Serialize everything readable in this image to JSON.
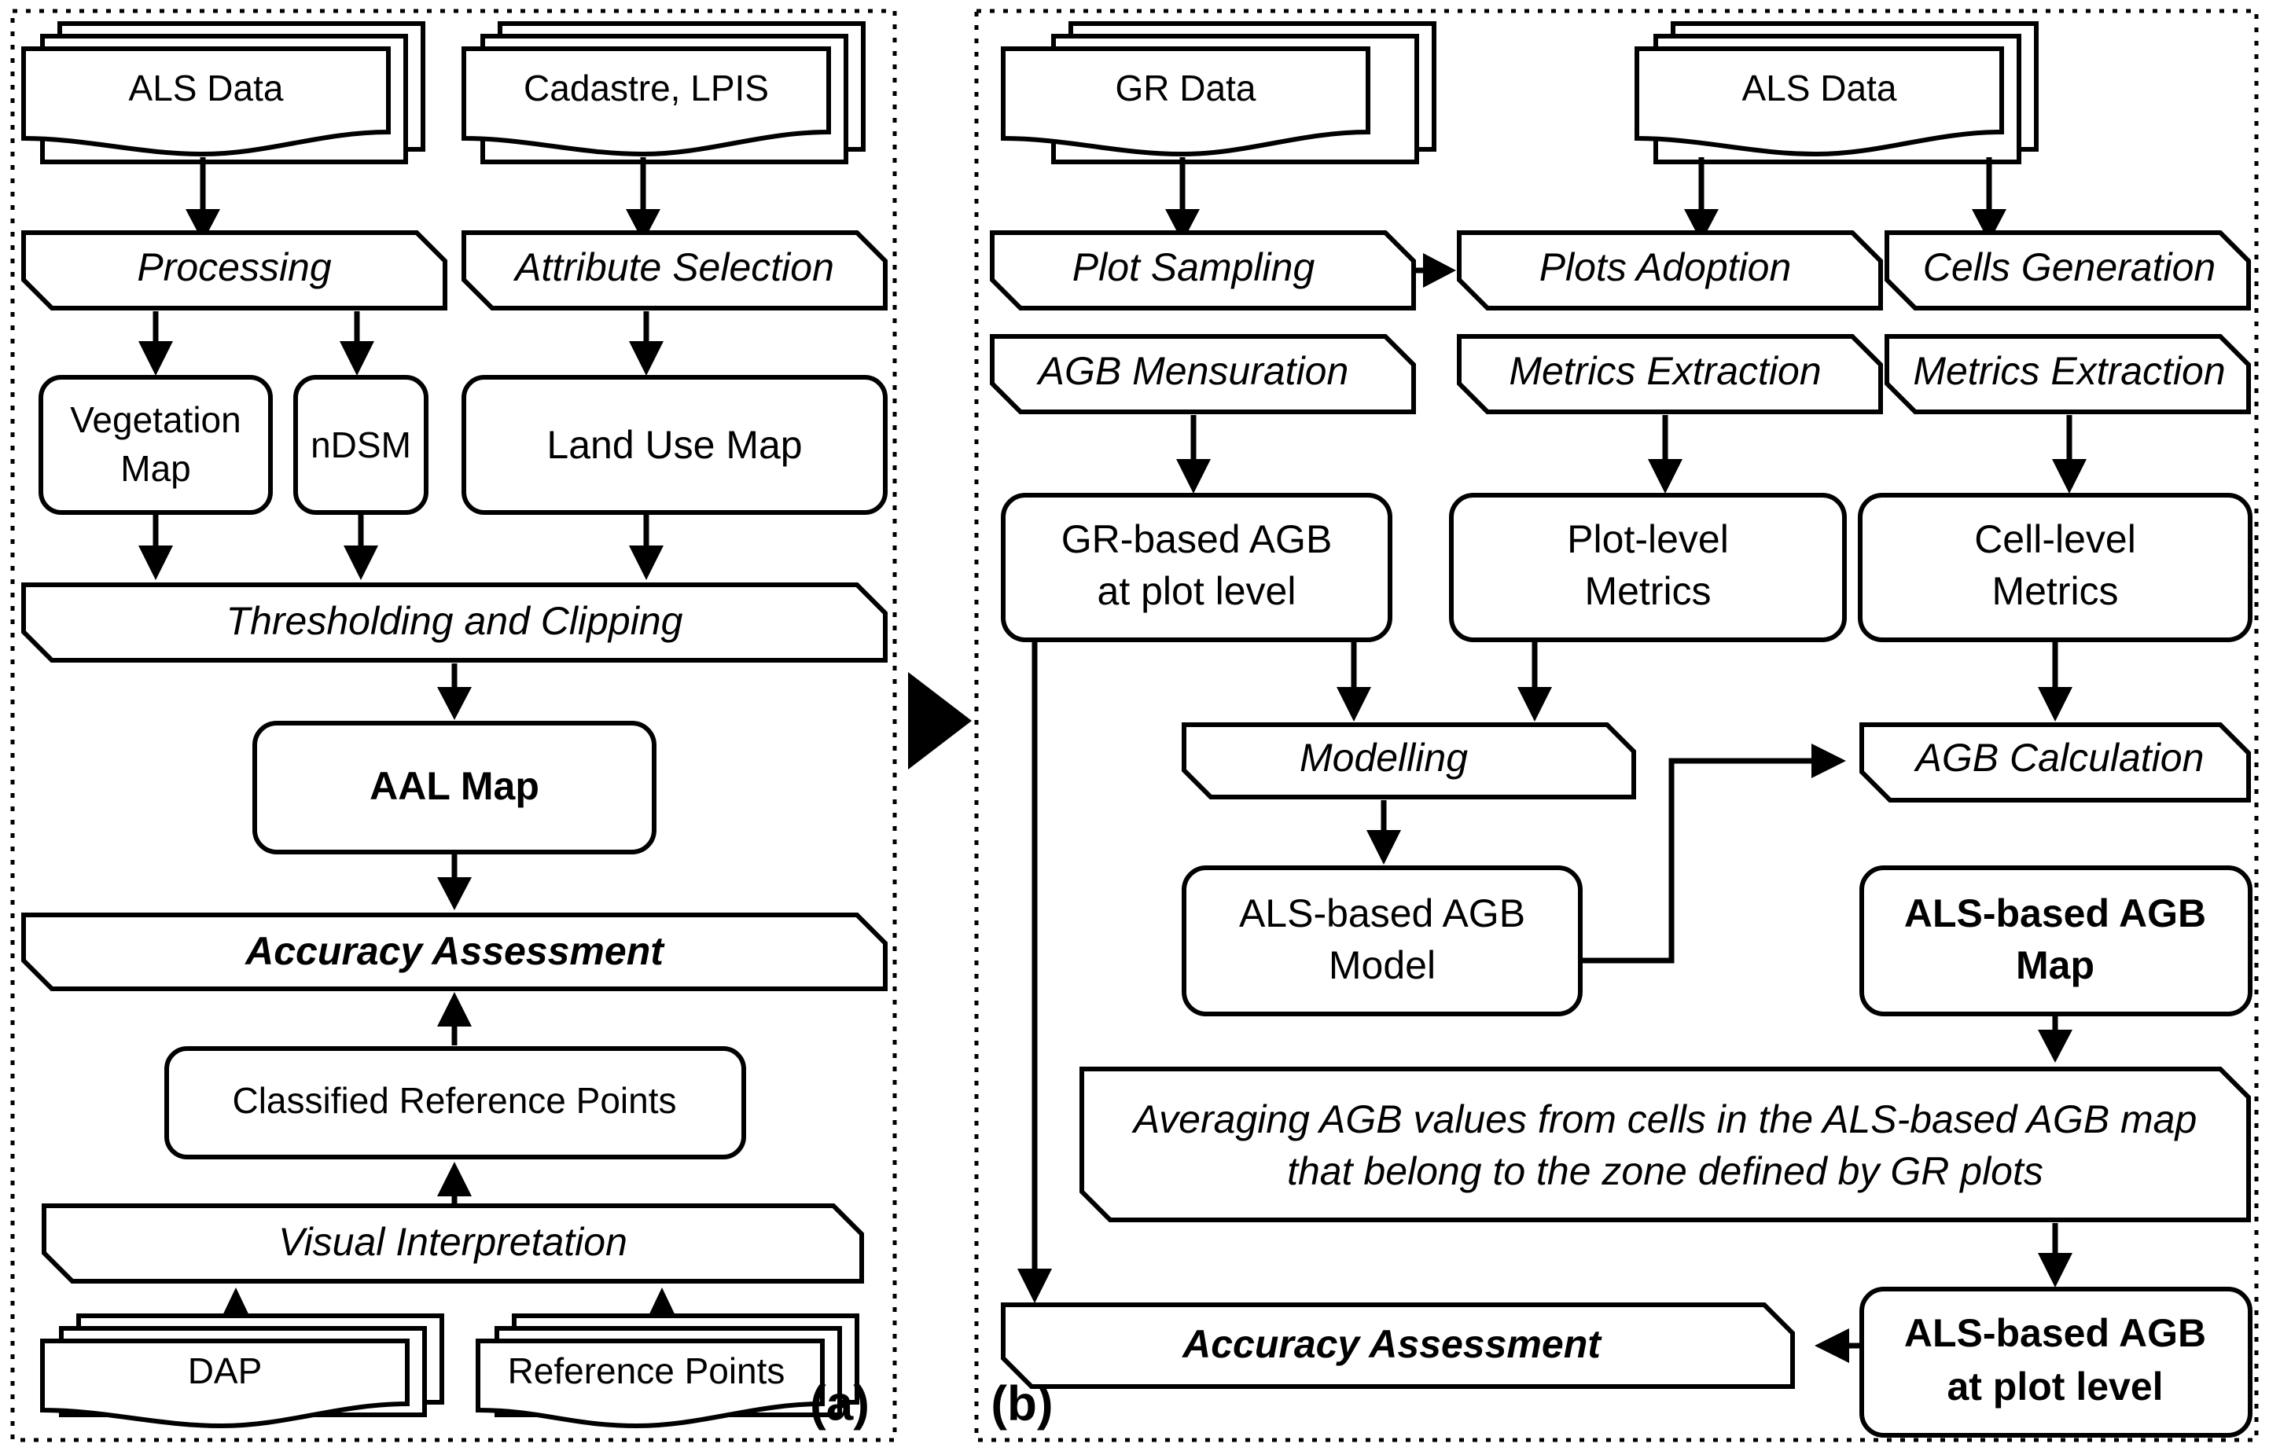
{
  "figure": {
    "type": "flowchart",
    "panels": [
      {
        "id": "a",
        "label": "(a)",
        "title": "Above-ground Agricultural Land (AAL) mapping workflow",
        "nodes": [
          {
            "id": "a_als",
            "text": "ALS Data",
            "shape": "document-stack",
            "style": "regular"
          },
          {
            "id": "a_cad",
            "text": "Cadastre, LPIS",
            "shape": "document-stack",
            "style": "regular"
          },
          {
            "id": "a_proc",
            "text": "Processing",
            "shape": "process",
            "style": "italic"
          },
          {
            "id": "a_attr",
            "text": "Attribute Selection",
            "shape": "process",
            "style": "italic"
          },
          {
            "id": "a_veg_l1",
            "text": "Vegetation",
            "shape": "rounded",
            "style": "regular"
          },
          {
            "id": "a_veg_l2",
            "text": "Map",
            "shape": "rounded",
            "style": "regular"
          },
          {
            "id": "a_ndsm",
            "text": "nDSM",
            "shape": "rounded",
            "style": "regular"
          },
          {
            "id": "a_lum",
            "text": "Land Use Map",
            "shape": "rounded",
            "style": "regular"
          },
          {
            "id": "a_thr",
            "text": "Thresholding and Clipping",
            "shape": "process",
            "style": "italic"
          },
          {
            "id": "a_aal",
            "text": "AAL Map",
            "shape": "rounded",
            "style": "bold"
          },
          {
            "id": "a_acc",
            "text": "Accuracy Assessment",
            "shape": "process",
            "style": "bold-italic"
          },
          {
            "id": "a_crp",
            "text": "Classified Reference Points",
            "shape": "rounded",
            "style": "regular"
          },
          {
            "id": "a_vi",
            "text": "Visual Interpretation",
            "shape": "process",
            "style": "italic"
          },
          {
            "id": "a_dap",
            "text": "DAP",
            "shape": "document-stack",
            "style": "regular"
          },
          {
            "id": "a_rp",
            "text": "Reference Points",
            "shape": "document-stack",
            "style": "regular"
          }
        ],
        "edges": [
          {
            "from": "a_als",
            "to": "a_proc"
          },
          {
            "from": "a_cad",
            "to": "a_attr"
          },
          {
            "from": "a_proc",
            "to": "a_veg_l1"
          },
          {
            "from": "a_proc",
            "to": "a_ndsm"
          },
          {
            "from": "a_attr",
            "to": "a_lum"
          },
          {
            "from": "a_veg_l1",
            "to": "a_thr"
          },
          {
            "from": "a_ndsm",
            "to": "a_thr"
          },
          {
            "from": "a_lum",
            "to": "a_thr"
          },
          {
            "from": "a_thr",
            "to": "a_aal"
          },
          {
            "from": "a_aal",
            "to": "a_acc"
          },
          {
            "from": "a_crp",
            "to": "a_acc"
          },
          {
            "from": "a_vi",
            "to": "a_crp"
          },
          {
            "from": "a_dap",
            "to": "a_vi"
          },
          {
            "from": "a_rp",
            "to": "a_vi"
          }
        ]
      },
      {
        "id": "b",
        "label": "(b)",
        "title": "ALS-based above-ground biomass (AGB) estimation workflow",
        "nodes": [
          {
            "id": "b_gr",
            "text": "GR Data",
            "shape": "document-stack",
            "style": "regular"
          },
          {
            "id": "b_als",
            "text": "ALS Data",
            "shape": "document-stack",
            "style": "regular"
          },
          {
            "id": "b_ps",
            "text": "Plot Sampling",
            "shape": "process",
            "style": "italic"
          },
          {
            "id": "b_pa",
            "text": "Plots Adoption",
            "shape": "process",
            "style": "italic"
          },
          {
            "id": "b_cg",
            "text": "Cells Generation",
            "shape": "process",
            "style": "italic"
          },
          {
            "id": "b_agbm",
            "text": "AGB Mensuration",
            "shape": "process",
            "style": "italic"
          },
          {
            "id": "b_me1",
            "text": "Metrics Extraction",
            "shape": "process",
            "style": "italic"
          },
          {
            "id": "b_me2",
            "text": "Metrics Extraction",
            "shape": "process",
            "style": "italic"
          },
          {
            "id": "b_grabg_1",
            "text": "GR-based AGB",
            "shape": "rounded",
            "style": "regular"
          },
          {
            "id": "b_grabg_2",
            "text": "at plot level",
            "shape": "rounded",
            "style": "regular"
          },
          {
            "id": "b_plm_1",
            "text": "Plot-level",
            "shape": "rounded",
            "style": "regular"
          },
          {
            "id": "b_plm_2",
            "text": "Metrics",
            "shape": "rounded",
            "style": "regular"
          },
          {
            "id": "b_clm_1",
            "text": "Cell-level",
            "shape": "rounded",
            "style": "regular"
          },
          {
            "id": "b_clm_2",
            "text": "Metrics",
            "shape": "rounded",
            "style": "regular"
          },
          {
            "id": "b_mod",
            "text": "Modelling",
            "shape": "process",
            "style": "italic"
          },
          {
            "id": "b_agbc",
            "text": "AGB Calculation",
            "shape": "process",
            "style": "italic"
          },
          {
            "id": "b_model_1",
            "text": "ALS-based AGB",
            "shape": "rounded",
            "style": "regular"
          },
          {
            "id": "b_model_2",
            "text": "Model",
            "shape": "rounded",
            "style": "regular"
          },
          {
            "id": "b_map_1",
            "text": "ALS-based AGB",
            "shape": "rounded",
            "style": "bold"
          },
          {
            "id": "b_map_2",
            "text": "Map",
            "shape": "rounded",
            "style": "bold"
          },
          {
            "id": "b_avg_1",
            "text": "Averaging AGB values from cells in the ALS-based AGB map",
            "shape": "process",
            "style": "italic"
          },
          {
            "id": "b_avg_2",
            "text": "that belong to the zone defined by GR plots",
            "shape": "process",
            "style": "italic"
          },
          {
            "id": "b_acc",
            "text": "Accuracy Assessment",
            "shape": "process",
            "style": "bold-italic"
          },
          {
            "id": "b_plot_1",
            "text": "ALS-based AGB",
            "shape": "rounded",
            "style": "bold"
          },
          {
            "id": "b_plot_2",
            "text": "at plot level",
            "shape": "rounded",
            "style": "bold"
          }
        ],
        "edges": [
          {
            "from": "b_gr",
            "to": "b_ps"
          },
          {
            "from": "b_ps",
            "to": "b_pa"
          },
          {
            "from": "b_als",
            "to": "b_pa"
          },
          {
            "from": "b_als",
            "to": "b_cg"
          },
          {
            "from": "b_agbm",
            "to": "b_grabg_1"
          },
          {
            "from": "b_me1",
            "to": "b_plm_1"
          },
          {
            "from": "b_me2",
            "to": "b_clm_1"
          },
          {
            "from": "b_grabg_1",
            "to": "b_mod"
          },
          {
            "from": "b_plm_1",
            "to": "b_mod"
          },
          {
            "from": "b_mod",
            "to": "b_model_1"
          },
          {
            "from": "b_model_1",
            "to": "b_agbc"
          },
          {
            "from": "b_clm_1",
            "to": "b_agbc"
          },
          {
            "from": "b_agbc",
            "to": "b_map_1"
          },
          {
            "from": "b_map_1",
            "to": "b_avg_1"
          },
          {
            "from": "b_avg_1",
            "to": "b_plot_1"
          },
          {
            "from": "b_plot_1",
            "to": "b_acc"
          },
          {
            "from": "b_grabg_1",
            "to": "b_acc"
          }
        ]
      }
    ],
    "separator": {
      "icon": "play-triangle-icon",
      "color": "#000000"
    }
  },
  "colors": {
    "stroke": "#000000",
    "fill": "#ffffff",
    "background": "#ffffff"
  }
}
